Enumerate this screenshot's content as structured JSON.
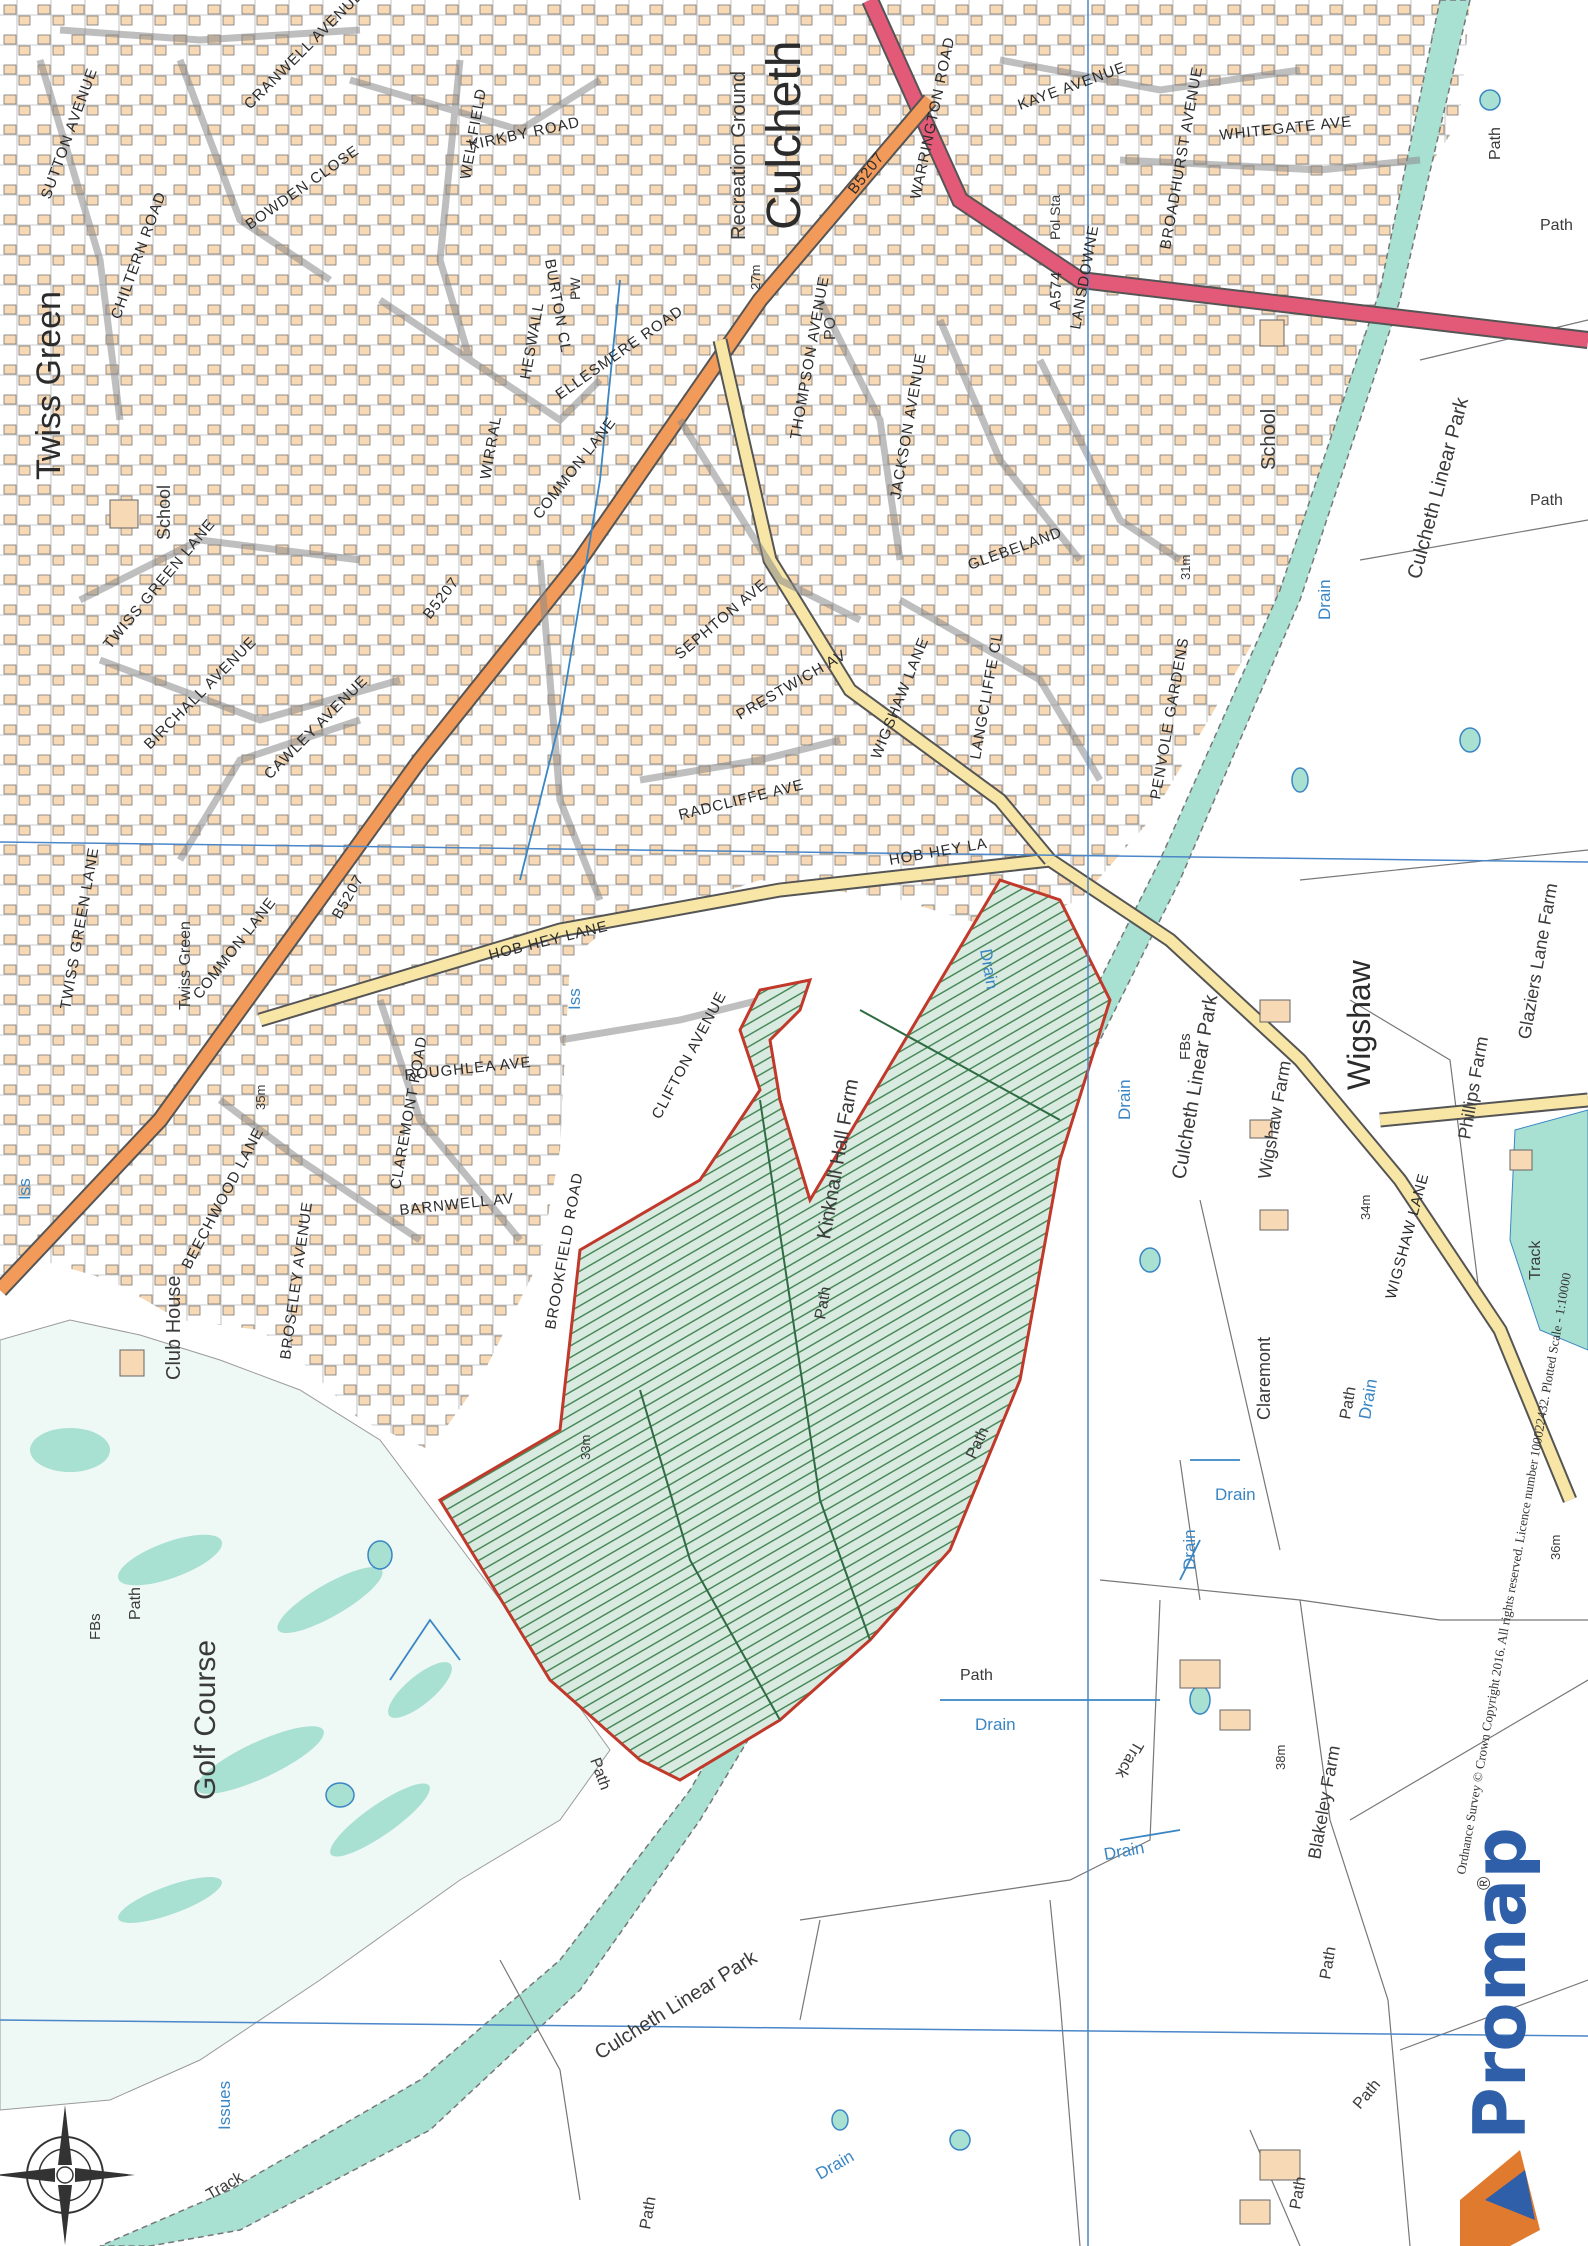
{
  "map": {
    "settlements": {
      "culcheth": "Culcheth",
      "twiss_green": "Twiss Green",
      "wigshaw": "Wigshaw"
    },
    "roads": {
      "common_lane": "COMMON LANE",
      "b5207": "B5207",
      "hob_hey_lane": "HOB HEY LANE",
      "hob_hey_la": "HOB HEY LA",
      "wigshaw_lane": "WIGSHAW LANE",
      "warrington_road": "WARRINGTON ROAD",
      "a574": "A574",
      "common_lane_label2": "COMMON LANE",
      "twiss_green_lane": "TWISS GREEN LANE",
      "birchall_avenue": "BIRCHALL AVENUE",
      "cawley_avenue": "CAWLEY AVENUE",
      "beechwood_lane": "BEECHWOOD LANE",
      "broseley_avenue": "BROSELEY AVENUE",
      "brookfield_road": "BROOKFIELD ROAD",
      "barnwell_av": "BARNWELL AV",
      "roughlea_ave": "ROUGHLEA AVE",
      "claremont_road": "CLAREMONT ROAD",
      "clifton_avenue": "CLIFTON AVENUE",
      "radcliffe_ave": "RADCLIFFE AVE",
      "prestwich_av": "PRESTWICH AV",
      "sephton_ave": "SEPHTON AVE",
      "thompson_avenue": "THOMPSON AVENUE",
      "jackson_avenue": "JACKSON AVENUE",
      "glebeland": "GLEBELAND",
      "lansdowne": "LANSDOWNE",
      "penvole_gardens": "PENVOLE GARDENS",
      "ellesmere_road": "ELLESMERE ROAD",
      "kirkby_road": "KIRKBY ROAD",
      "chiltern_road": "CHILTERN ROAD",
      "bowden_close": "BOWDEN CLOSE",
      "sutton_avenue": "SUTTON AVENUE",
      "cranwell_avenue": "CRANWELL AVENUE",
      "wellfield_road": "WELLFIELD",
      "burton_cl": "BURTON CL",
      "heswall": "HESWALL",
      "wirral": "WIRRAL",
      "whitegate_ave": "WHITEGATE AVE",
      "kaye_avenue": "KAYE AVENUE",
      "broadhurst_avenue": "BROADHURST AVENUE",
      "twiss_green_lane2": "TWISS GREEN LANE",
      "langcliffe_cl": "LANGCLIFFE CL"
    },
    "places": {
      "recreation_ground": "Recreation Ground",
      "school_1": "School",
      "school_2": "School",
      "golf_course": "Golf Course",
      "club_house": "Club House",
      "kinknall_hall_farm": "Kinknall Hall Farm",
      "culcheth_linear_park_1": "Culcheth Linear Park",
      "culcheth_linear_park_2": "Culcheth Linear Park",
      "culcheth_linear_park_3": "Culcheth Linear Park",
      "wigshaw_farm": "Wigshaw Farm",
      "phillips_farm": "Phillips Farm",
      "glaziers_lane_farm": "Glaziers Lane Farm",
      "claremont": "Claremont",
      "blakeley_farm": "Blakeley Farm",
      "twiss_green_small": "Twiss Green",
      "po": "PO",
      "pol_sta": "Pol Sta",
      "pw": "PW"
    },
    "features": {
      "path": "Path",
      "drain": "Drain",
      "track": "Track",
      "fbs": "FBs",
      "iss": "Iss",
      "issues": "Issues",
      "elev_35m": "35m",
      "elev_33m": "33m",
      "elev_34m": "34m",
      "elev_31m": "31m",
      "elev_36m": "36m",
      "elev_38m": "38m",
      "elev_27m": "27m"
    },
    "copyright": "Ordnance Survey © Crown Copyright 2016. All rights reserved. Licence number 100022432. Plotted Scale - 1:10000",
    "brand": "Promap",
    "brand_mark": "®",
    "colors": {
      "site_outline": "#c0392b",
      "site_hatch": "#4a8a5c",
      "green_space": "#a8e0d2",
      "a_road": "#e35a78",
      "b_road": "#f29a5a",
      "minor_road": "#f7e6a6",
      "building": "#f7d9b6",
      "grid": "#4a86c8",
      "water": "#3a86c4",
      "brand": "#2e5fa8"
    }
  }
}
